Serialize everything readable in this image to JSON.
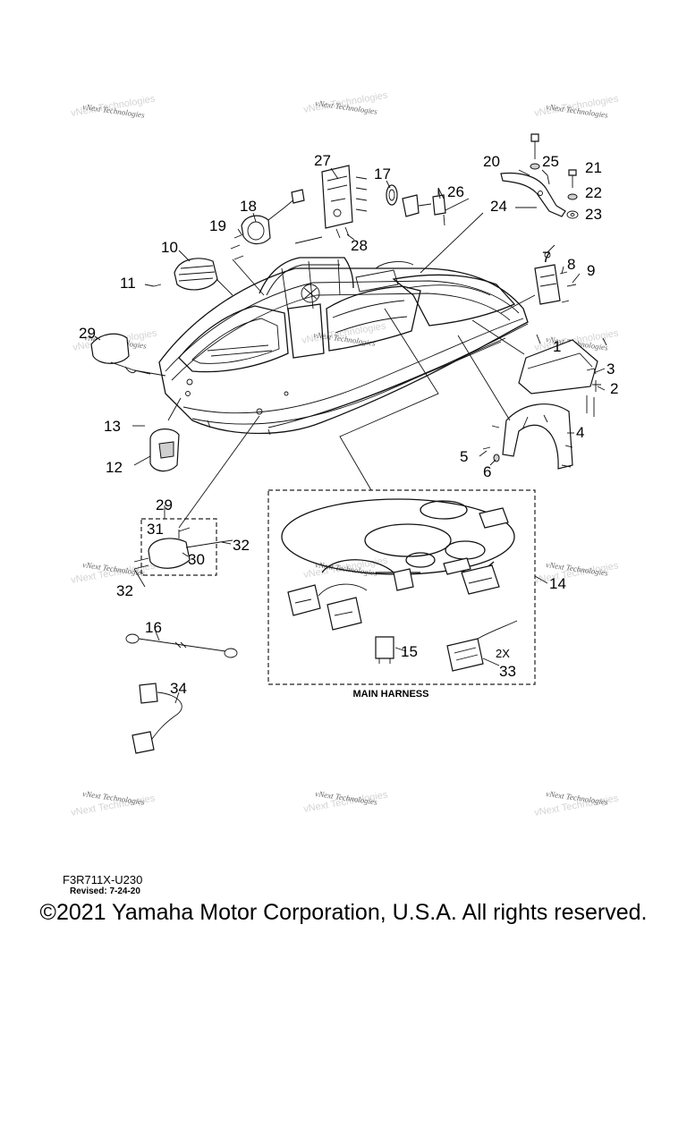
{
  "callouts": {
    "c1": "1",
    "c2": "2",
    "c3": "3",
    "c4": "4",
    "c5": "5",
    "c6": "6",
    "c7": "7",
    "c8": "8",
    "c9": "9",
    "c10": "10",
    "c11": "11",
    "c12": "12",
    "c13": "13",
    "c14": "14",
    "c15": "15",
    "c16": "16",
    "c17": "17",
    "c18": "18",
    "c19": "19",
    "c20": "20",
    "c21": "21",
    "c22": "22",
    "c23": "23",
    "c24": "24",
    "c25": "25",
    "c26": "26",
    "c27": "27",
    "c28": "28",
    "c29a": "29",
    "c29b": "29",
    "c30": "30",
    "c31": "31",
    "c32a": "32",
    "c32b": "32",
    "c33": "33",
    "c34": "34"
  },
  "labels": {
    "main_harness": "MAIN HARNESS",
    "quantity_2x": "2X"
  },
  "watermark": {
    "text": "vNext Technologies"
  },
  "footer": {
    "diagram_code": "F3R711X-U230",
    "revised": "Revised: 7-24-20",
    "copyright": "©2021 Yamaha Motor Corporation, U.S.A. All rights reserved."
  }
}
